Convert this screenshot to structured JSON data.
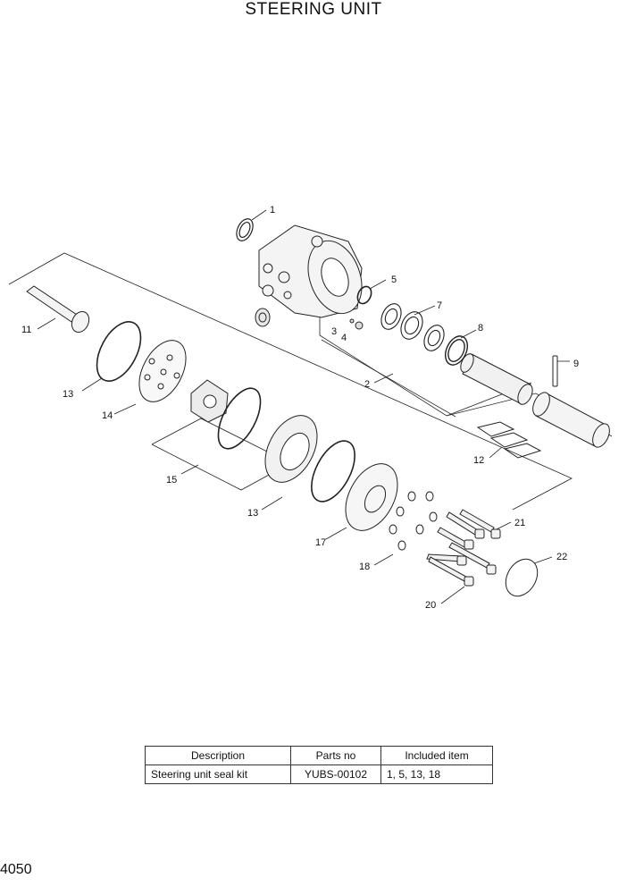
{
  "title": "STEERING UNIT",
  "page_number": "4050",
  "callouts": [
    "1",
    "2",
    "3",
    "4",
    "5",
    "7",
    "8",
    "9",
    "11",
    "12",
    "13",
    "14",
    "15",
    "13",
    "17",
    "18",
    "20",
    "21",
    "22"
  ],
  "table": {
    "headers": [
      "Description",
      "Parts no",
      "Included item"
    ],
    "rows": [
      [
        "Steering unit seal kit",
        "YUBS-00102",
        "1, 5, 13, 18"
      ]
    ]
  }
}
